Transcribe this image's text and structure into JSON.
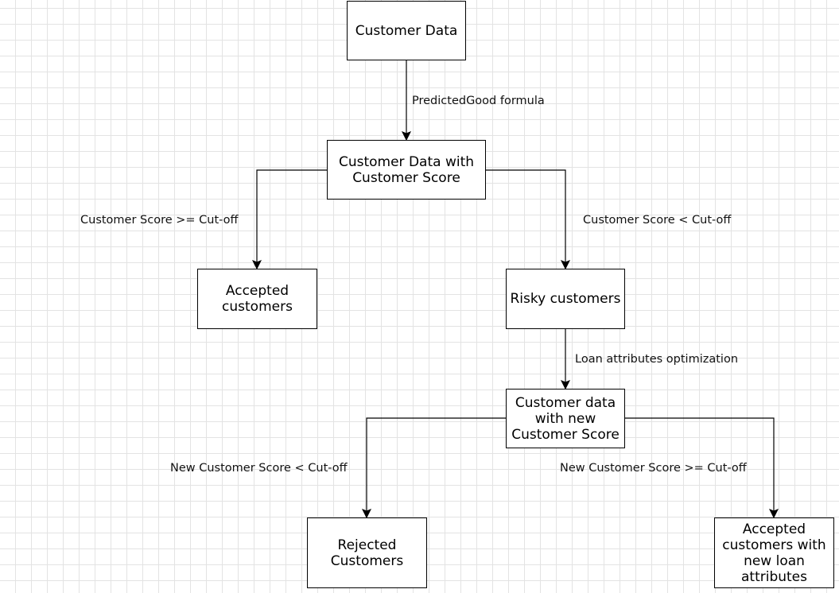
{
  "diagram": {
    "nodes": {
      "customer_data": "Customer Data",
      "customer_data_score": "Customer Data with\nCustomer Score",
      "accepted_customers": "Accepted\ncustomers",
      "risky_customers": "Risky customers",
      "customer_data_new_score": "Customer data\nwith new\nCustomer Score",
      "rejected_customers": "Rejected\nCustomers",
      "accepted_new_loan": "Accepted\ncustomers with\nnew loan\nattributes"
    },
    "edge_labels": {
      "predicted_good": "PredictedGood formula",
      "score_gte_cutoff": "Customer Score >= Cut-off",
      "score_lt_cutoff": "Customer Score < Cut-off",
      "loan_optimization": "Loan attributes optimization",
      "new_score_lt_cutoff": "New Customer Score < Cut-off",
      "new_score_gte_cutoff": "New Customer Score >= Cut-off"
    }
  }
}
